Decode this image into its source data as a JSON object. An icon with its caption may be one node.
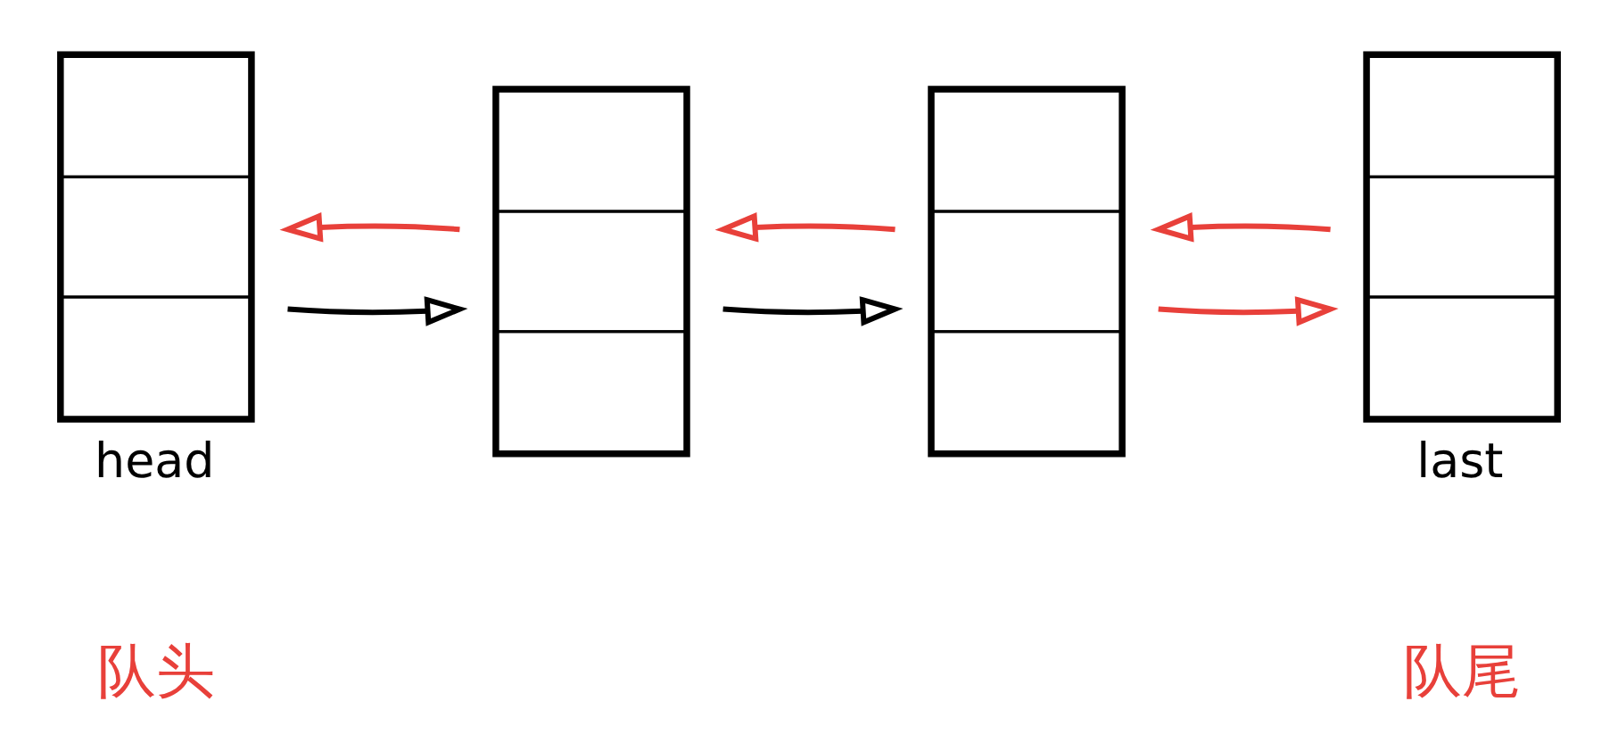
{
  "diagram": {
    "nodes": [
      {
        "text": [],
        "shape": "box",
        "beside": [
          "head"
        ]
      },
      {
        "text": [],
        "shape": "box"
      },
      {
        "text": [],
        "shape": "box"
      },
      {
        "text": [],
        "shape": "box",
        "beside": [
          "last"
        ]
      }
    ],
    "edges": [
      {
        "from": 1,
        "to": 0,
        "arrow": "to"
      },
      {
        "from": 0,
        "to": 1,
        "arrow": "to",
        "color": "#000000"
      },
      {
        "from": 2,
        "to": 1,
        "arrow": "to"
      },
      {
        "from": 1,
        "to": 2,
        "arrow": "to",
        "color": "#000000"
      },
      {
        "from": 3,
        "to": 2,
        "arrow": "to"
      },
      {
        "from": 2,
        "to": 3,
        "arrow": "to"
      }
    ],
    "labels": [
      "队头",
      "队尾"
    ]
  }
}
